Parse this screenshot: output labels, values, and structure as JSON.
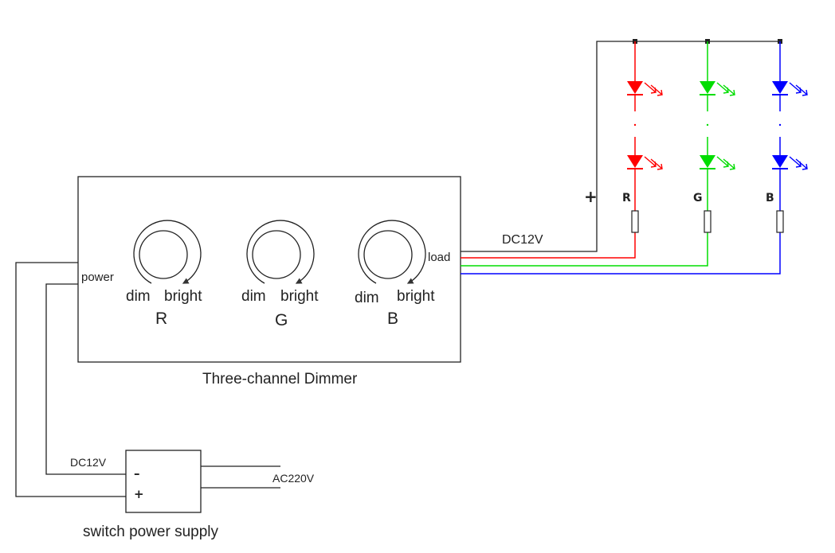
{
  "dimmer": {
    "title": "Three-channel Dimmer",
    "power_label": "power",
    "load_label": "load",
    "knobs": [
      {
        "channel": "R",
        "dim": "dim",
        "bright": "bright"
      },
      {
        "channel": "G",
        "dim": "dim",
        "bright": "bright"
      },
      {
        "channel": "B",
        "dim": "dim",
        "bright": "bright"
      }
    ]
  },
  "output": {
    "dc_label": "DC12V",
    "plus": "+"
  },
  "led_channels": [
    {
      "label": "R",
      "color": "#ff0000"
    },
    {
      "label": "G",
      "color": "#00dd00"
    },
    {
      "label": "B",
      "color": "#0000ff"
    }
  ],
  "power_supply": {
    "title": "switch power supply",
    "dc_label": "DC12V",
    "ac_label": "AC220V",
    "minus": "–",
    "plus": "+"
  }
}
